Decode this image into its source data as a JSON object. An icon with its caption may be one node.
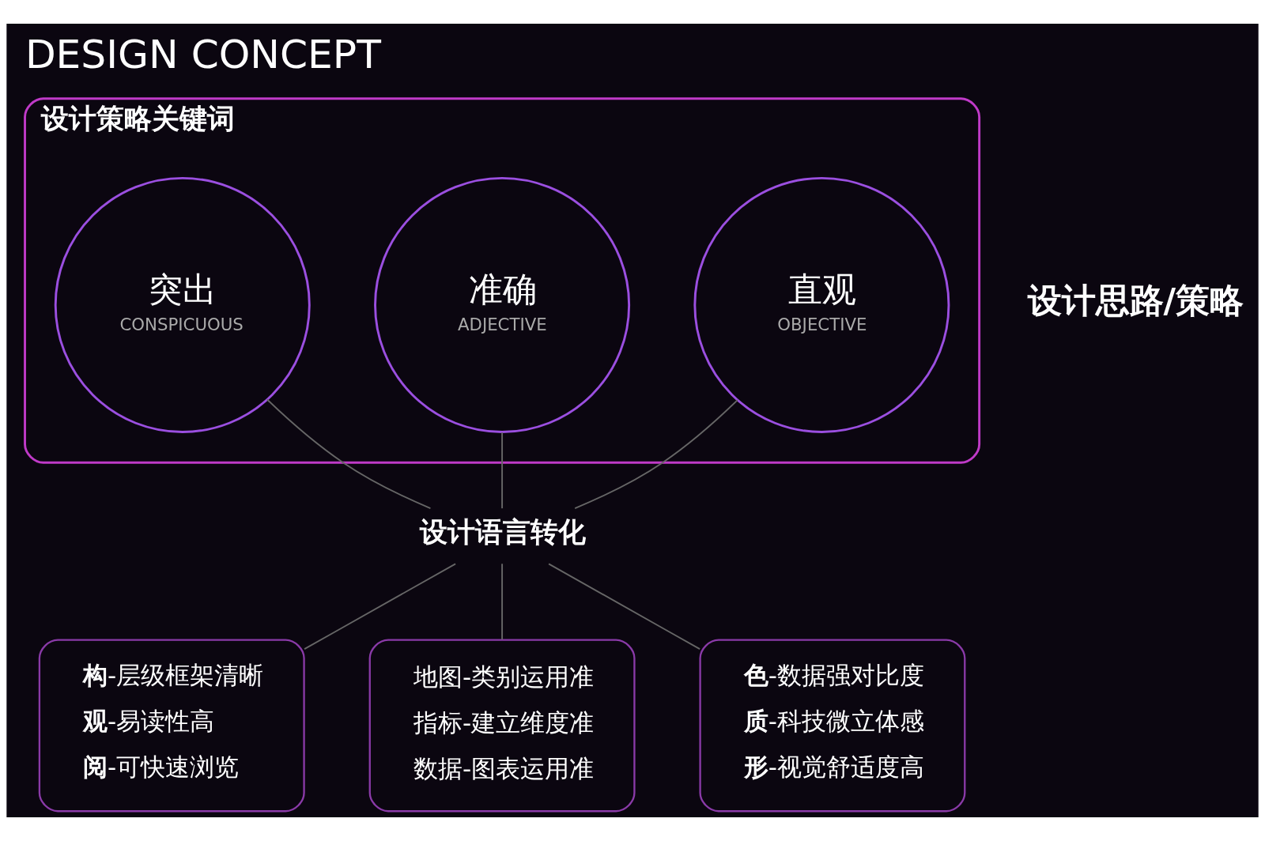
{
  "diagram": {
    "title": "DESIGN CONCEPT",
    "nodes": [
      {
        "text": [
          "设计策略关键词"
        ]
      },
      {
        "text": [
          "直观",
          "OBJECTIVE"
        ],
        "in": 0
      },
      {
        "text": [
          "准确",
          "ADJECTIVE"
        ],
        "in": 0
      },
      {
        "text": [
          "突出",
          "CONSPICUOUS"
        ],
        "in": 0
      },
      {
        "text": [
          "设计语言转化"
        ]
      },
      {
        "text": [
          "**构**-层级框架清晰",
          "**观**-易读性高",
          "**阅**-可快速浏览"
        ]
      },
      {
        "text": [
          "地图-类别运用准",
          "指标-建立维度准",
          "数据-图表运用准"
        ]
      },
      {
        "text": [
          "**色**-数据强对比度",
          "**质**-科技微立体感",
          "**形**-视觉舒适度高"
        ]
      }
    ],
    "edges": [
      {
        "from": 1,
        "to": 4,
        "arrow": "none"
      },
      {
        "from": 2,
        "to": 4,
        "arrow": "none"
      },
      {
        "from": 3,
        "to": 4,
        "arrow": "none"
      },
      {
        "from": 4,
        "to": 5,
        "arrow": "none"
      },
      {
        "from": 4,
        "to": 6,
        "arrow": "none"
      },
      {
        "from": 4,
        "to": 7,
        "arrow": "none"
      }
    ],
    "labels": [
      "设计思路/策略"
    ]
  }
}
